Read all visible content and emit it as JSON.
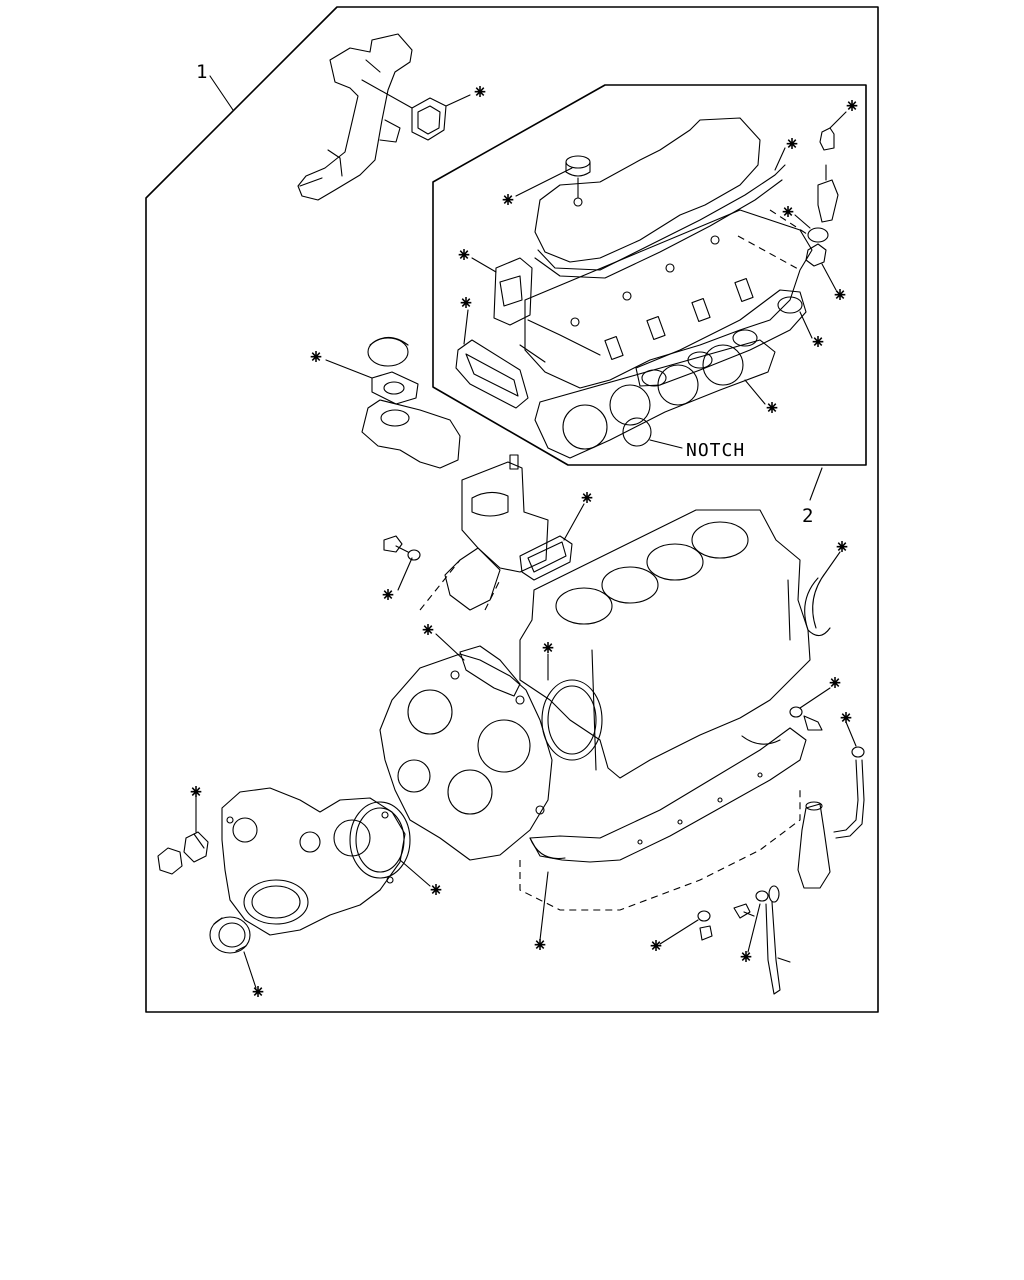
{
  "labels": {
    "kit1": "1",
    "kit2": "2",
    "notch": "NOTCH",
    "marker": "⁕"
  }
}
